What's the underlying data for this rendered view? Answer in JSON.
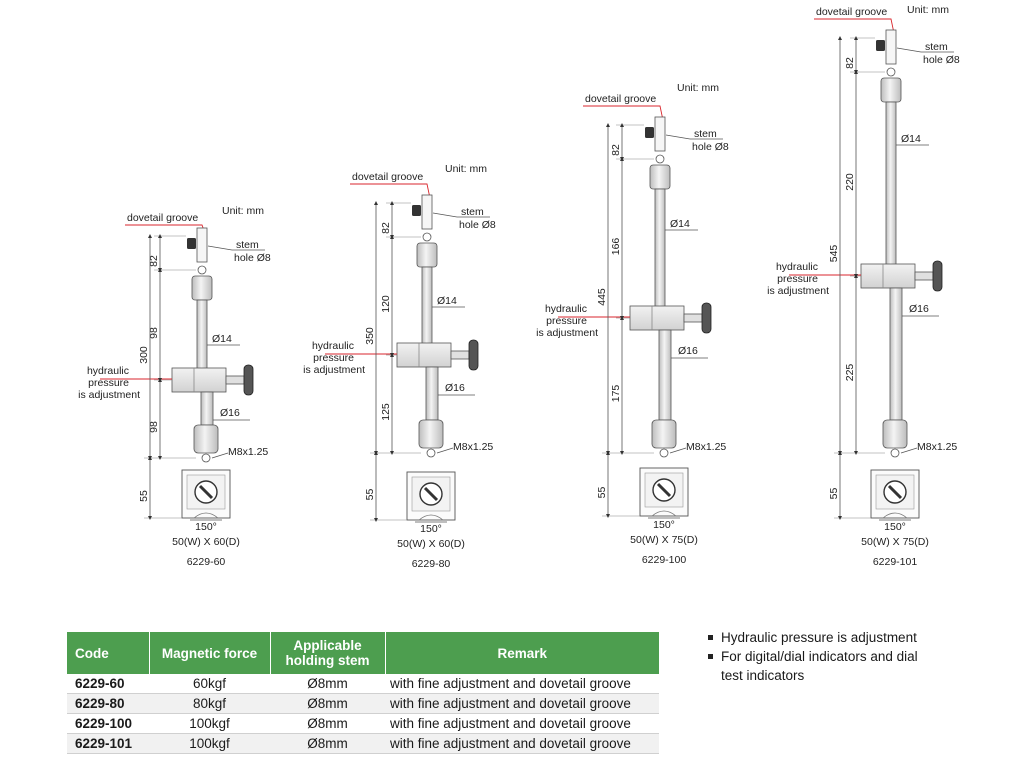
{
  "models": [
    {
      "code": "6229-60",
      "size": "50(W) X 60(D)",
      "overall": "300",
      "top": "82",
      "upper": "98",
      "lower": "98",
      "base": "55",
      "labels": {
        "dovetail": "dovetail groove",
        "unit": "Unit: mm",
        "stem_line1": "stem",
        "stem_line2": "hole Ø8",
        "hyd1": "hydraulic",
        "hyd2": "pressure",
        "hyd3": "is adjustment",
        "d_upper": "Ø14",
        "d_lower": "Ø16",
        "thread": "M8x1.25",
        "angle": "150°"
      }
    },
    {
      "code": "6229-80",
      "size": "50(W) X 60(D)",
      "overall": "350",
      "top": "82",
      "upper": "120",
      "lower": "125",
      "base": "55",
      "labels": {
        "dovetail": "dovetail groove",
        "unit": "Unit: mm",
        "stem_line1": "stem",
        "stem_line2": "hole Ø8",
        "hyd1": "hydraulic",
        "hyd2": "pressure",
        "hyd3": "is adjustment",
        "d_upper": "Ø14",
        "d_lower": "Ø16",
        "thread": "M8x1.25",
        "angle": "150°"
      }
    },
    {
      "code": "6229-100",
      "size": "50(W) X 75(D)",
      "overall": "445",
      "top": "82",
      "upper": "166",
      "lower": "175",
      "base": "55",
      "labels": {
        "dovetail": "dovetail groove",
        "unit": "Unit: mm",
        "stem_line1": "stem",
        "stem_line2": "hole Ø8",
        "hyd1": "hydraulic",
        "hyd2": "pressure",
        "hyd3": "is adjustment",
        "d_upper": "Ø14",
        "d_lower": "Ø16",
        "thread": "M8x1.25",
        "angle": "150°"
      }
    },
    {
      "code": "6229-101",
      "size": "50(W) X 75(D)",
      "overall": "545",
      "top": "82",
      "upper": "220",
      "lower": "225",
      "base": "55",
      "labels": {
        "dovetail": "dovetail groove",
        "unit": "Unit: mm",
        "stem_line1": "stem",
        "stem_line2": "hole Ø8",
        "hyd1": "hydraulic",
        "hyd2": "pressure",
        "hyd3": "is adjustment",
        "d_upper": "Ø14",
        "d_lower": "Ø16",
        "thread": "M8x1.25",
        "angle": "150°"
      }
    }
  ],
  "table": {
    "headers": {
      "code": "Code",
      "force": "Magnetic force",
      "stem1": "Applicable",
      "stem2": "holding stem",
      "remark": "Remark"
    },
    "rows": [
      {
        "code": "6229-60",
        "force": "60kgf",
        "stem": "Ø8mm",
        "remark": "with fine adjustment and dovetail groove"
      },
      {
        "code": "6229-80",
        "force": "80kgf",
        "stem": "Ø8mm",
        "remark": "with fine adjustment and dovetail groove"
      },
      {
        "code": "6229-100",
        "force": "100kgf",
        "stem": "Ø8mm",
        "remark": "with fine adjustment and dovetail groove"
      },
      {
        "code": "6229-101",
        "force": "100kgf",
        "stem": "Ø8mm",
        "remark": "with fine adjustment and dovetail groove"
      }
    ]
  },
  "notes": [
    "Hydraulic pressure is adjustment",
    "For digital/dial indicators and dial test indicators"
  ],
  "colors": {
    "header_green": "#4d9e4f",
    "leader_red": "#d9262c",
    "part_fill": "#e6e6e6",
    "part_stroke": "#555555"
  }
}
